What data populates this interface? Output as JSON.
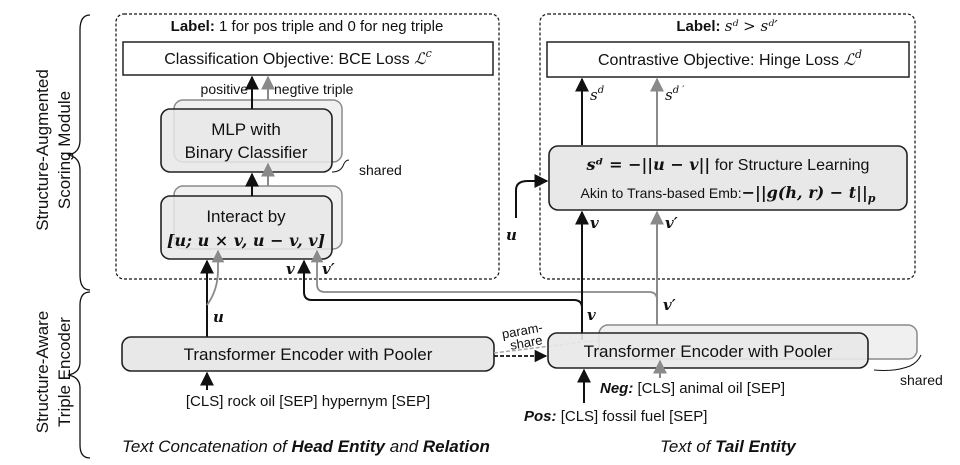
{
  "side_labels": {
    "scoring_module": [
      "Structure-Augmented",
      "Scoring Module"
    ],
    "triple_encoder": [
      "Structure-Aware",
      "Triple Encoder"
    ]
  },
  "classification": {
    "label_prefix": "Label:",
    "label_text": "1 for pos triple and 0 for neg triple",
    "objective": "Classification Objective: BCE Loss",
    "loss_symbol": "ℒ",
    "loss_sup": "c",
    "positive": "positive",
    "negative": "negtive triple",
    "mlp_line1": "MLP with",
    "mlp_line2": "Binary Classifier",
    "shared": "shared",
    "interact_line1": "Interact by",
    "interact_line2": "[u; u × v, u − v, v]"
  },
  "contrastive": {
    "label_prefix": "Label:",
    "label_math": "sᵈ > sᵈ′",
    "objective": "Contrastive Objective: Hinge Loss",
    "loss_symbol": "ℒ",
    "loss_sup": "d",
    "sd": "s",
    "sd_sup": "d",
    "sdp_sup": "d ′",
    "struct_line1_math": "sᵈ = −||u − v||",
    "struct_line1_text": "for Structure Learning",
    "struct_line2_text": "Akin to Trans-based Emb:",
    "struct_line2_math": "−||g(h, r) − t||",
    "struct_line2_sub": "p"
  },
  "vars": {
    "u": "u",
    "v": "v",
    "vp": "v′"
  },
  "encoders": {
    "head_encoder": "Transformer Encoder with Pooler",
    "tail_encoder": "Transformer Encoder with Pooler",
    "param_share_1": "param-",
    "param_share_2": "share",
    "shared": "shared",
    "head_input": "[CLS] rock oil [SEP] hypernym [SEP]",
    "neg_prefix": "Neg:",
    "neg_input": "[CLS] animal oil [SEP]",
    "pos_prefix": "Pos:",
    "pos_input": "[CLS] fossil fuel [SEP]"
  },
  "captions": {
    "head_caption_1": "Text Concatenation of ",
    "head_caption_2": "Head Entity",
    "head_caption_3": " and ",
    "head_caption_4": "Relation",
    "tail_caption_1": "Text of ",
    "tail_caption_2": "Tail Entity"
  },
  "colors": {
    "box_fill": "#e8e8e8",
    "ghost_fill": "#f0f0f0",
    "stroke": "#222222",
    "grey": "#8a8a8a"
  }
}
